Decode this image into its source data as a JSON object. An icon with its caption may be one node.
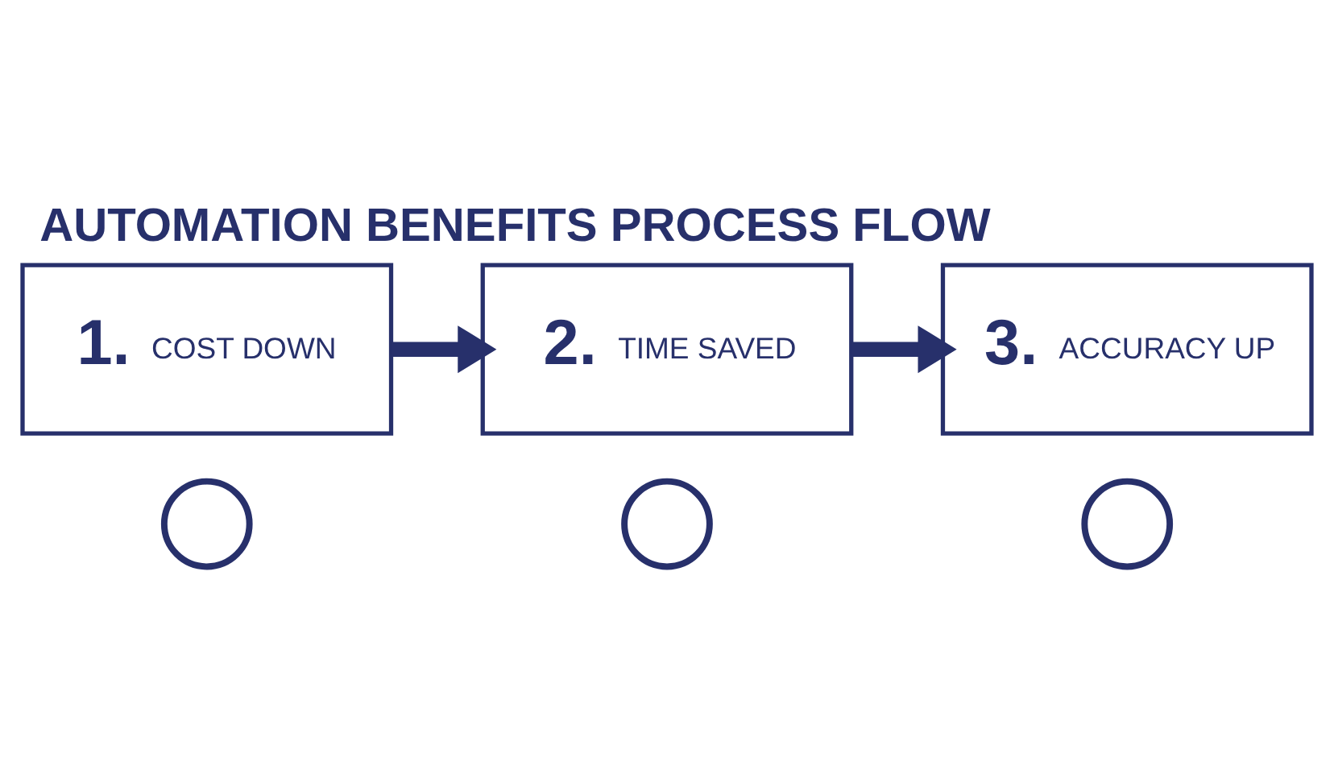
{
  "diagram": {
    "title": "AUTOMATION BENEFITS PROCESS FLOW",
    "nodes": [
      {
        "text": [
          "1.",
          "COST DOWN"
        ]
      },
      {
        "text": [
          "2.",
          "TIME SAVED"
        ]
      },
      {
        "text": [
          "3.",
          "ACCURACY UP"
        ]
      },
      {
        "text": [],
        "shape": "circle"
      },
      {
        "text": [],
        "shape": "circle"
      },
      {
        "text": [],
        "shape": "circle"
      }
    ],
    "edges": [
      {
        "from": 0,
        "to": 1,
        "arrow": "to"
      },
      {
        "from": 1,
        "to": 2,
        "arrow": "to"
      }
    ]
  }
}
